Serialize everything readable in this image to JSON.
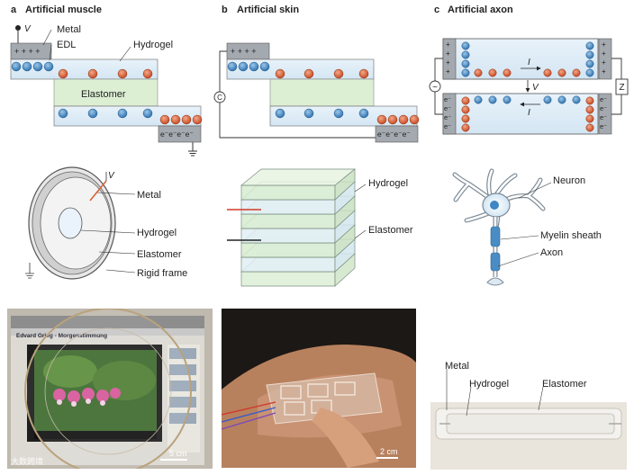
{
  "panels": {
    "a": {
      "letter": "a",
      "title": "Artificial muscle"
    },
    "b": {
      "letter": "b",
      "title": "Artificial skin"
    },
    "c": {
      "letter": "c",
      "title": "Artificial axon"
    }
  },
  "muscle": {
    "voltage": "V",
    "metal": "Metal",
    "edl": "EDL",
    "hydrogel": "Hydrogel",
    "elastomer": "Elastomer",
    "plus_row": "+ + + +",
    "electron_row": "e⁻e⁻e⁻e⁻"
  },
  "muscle_ring": {
    "voltage": "V",
    "metal": "Metal",
    "hydrogel": "Hydrogel",
    "elastomer": "Elastomer",
    "rigid_frame": "Rigid frame"
  },
  "skin": {
    "capacitor": "C",
    "plus_row": "+ + + +",
    "electron_row": "e⁻e⁻e⁻e⁻",
    "hydrogel": "Hydrogel",
    "elastomer": "Elastomer"
  },
  "axon": {
    "source": "~",
    "impedance": "Z",
    "current_top": "I",
    "current_bottom": "I",
    "voltage": "V",
    "neuron": "Neuron",
    "myelin": "Myelin sheath",
    "axon_label": "Axon"
  },
  "photos": {
    "muscle_scale": "5 cm",
    "skin_scale": "2 cm",
    "axon_metal": "Metal",
    "axon_hydrogel": "Hydrogel",
    "axon_elastomer": "Elastomer",
    "screen_text_1": "Edvard Grieg - Morgenstimmung",
    "watermark": "大数跨境"
  },
  "colors": {
    "hydrogel": "#dbe9f4",
    "elastomer": "#dbeed2",
    "metal": "#9aa1a7",
    "anion": "#4a8cc4",
    "cation": "#d9633b",
    "wire": "#333333"
  }
}
